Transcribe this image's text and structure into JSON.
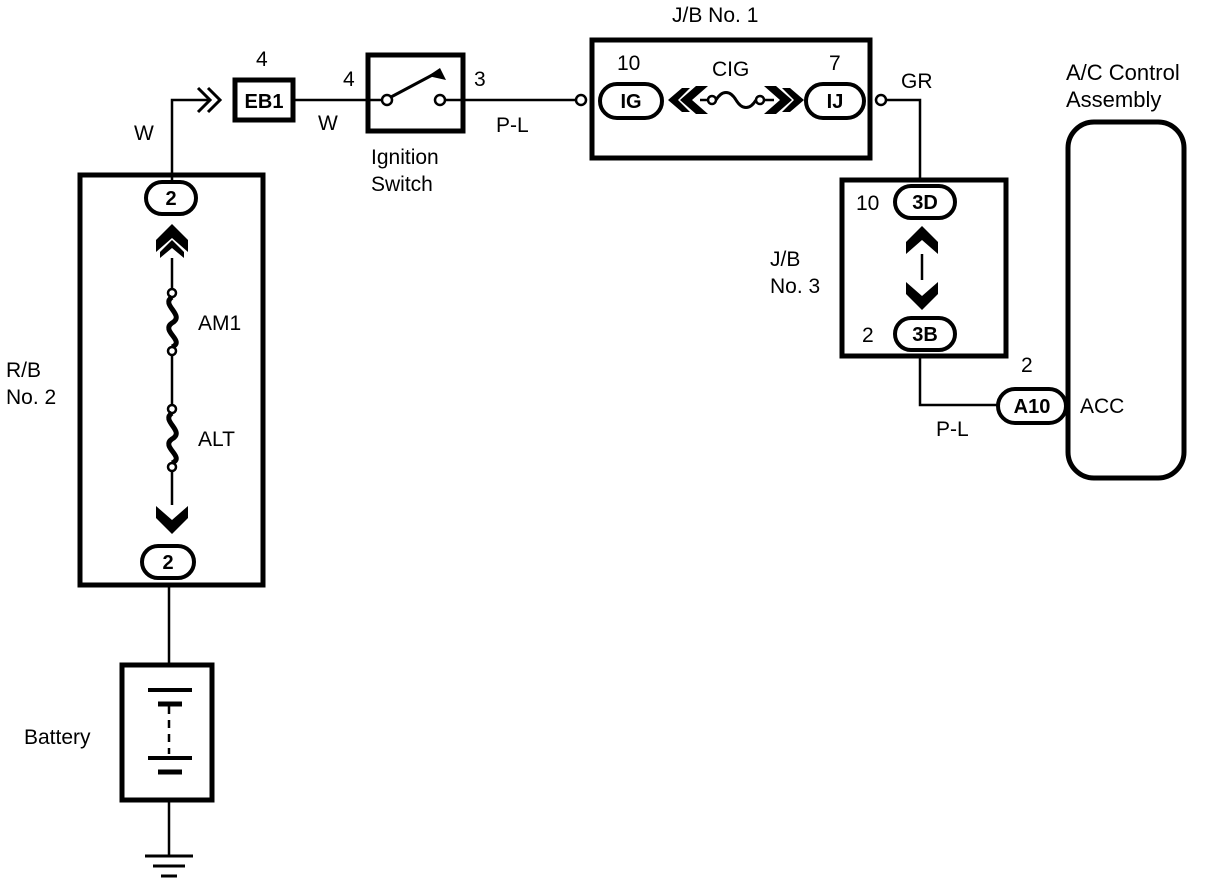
{
  "diagram": {
    "jb1": {
      "title": "J/B No. 1",
      "pin_in": "10",
      "pin_out": "7",
      "conn_in": "IG",
      "conn_out": "IJ",
      "fuse": "CIG"
    },
    "jb3": {
      "title_line1": "J/B",
      "title_line2": "No. 3",
      "pin_top": "10",
      "pin_bottom": "2",
      "conn_top": "3D",
      "conn_bottom": "3B"
    },
    "rb2": {
      "title_line1": "R/B",
      "title_line2": "No. 2",
      "conn_top": "2",
      "conn_bottom": "2",
      "fuse_upper": "AM1",
      "fuse_lower": "ALT"
    },
    "eb1": {
      "label": "EB1",
      "pin": "4"
    },
    "ignition": {
      "title_line1": "Ignition",
      "title_line2": "Switch",
      "pin_in": "4",
      "pin_out": "3"
    },
    "ac_control": {
      "title_line1": "A/C Control",
      "title_line2": "Assembly",
      "terminal": "ACC",
      "conn": "A10",
      "pin": "2"
    },
    "battery": {
      "label": "Battery"
    },
    "wires": {
      "w_left": "W",
      "w_mid": "W",
      "pl_top": "P-L",
      "gr": "GR",
      "pl_bottom": "P-L"
    }
  }
}
